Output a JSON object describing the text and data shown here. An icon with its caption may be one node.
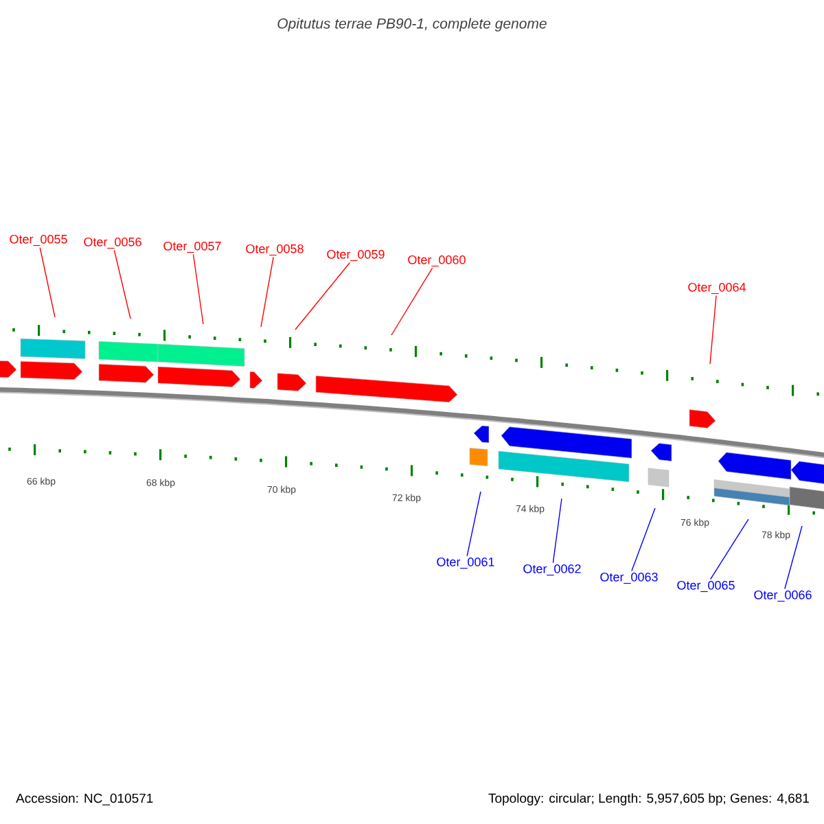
{
  "diagram": {
    "title": "Opitutus terrae PB90-1, complete genome",
    "nodes": [
      {
        "text": [
          "Oter_0055"
        ]
      },
      {
        "text": [
          "Oter_0056"
        ]
      },
      {
        "text": [
          "Oter_0057"
        ]
      },
      {
        "text": [
          "Oter_0058"
        ]
      },
      {
        "text": [
          "Oter_0059"
        ]
      },
      {
        "text": [
          "Oter_0060"
        ]
      },
      {
        "text": [
          "Oter_0064"
        ]
      },
      {
        "text": [
          "Oter_0061"
        ]
      },
      {
        "text": [
          "Oter_0062"
        ]
      },
      {
        "text": [
          "Oter_0063"
        ]
      },
      {
        "text": [
          "Oter_0065"
        ]
      },
      {
        "text": [
          "Oter_0066"
        ]
      }
    ],
    "edges": [
      {
        "from": 0,
        "to": null,
        "arrow": "none"
      },
      {
        "from": 1,
        "to": null,
        "arrow": "none"
      },
      {
        "from": 2,
        "to": null,
        "arrow": "none"
      },
      {
        "from": 3,
        "to": null,
        "arrow": "none"
      },
      {
        "from": 4,
        "to": null,
        "arrow": "none"
      },
      {
        "from": 5,
        "to": null,
        "arrow": "none"
      },
      {
        "from": 6,
        "to": null,
        "arrow": "none"
      },
      {
        "from": 7,
        "to": null,
        "arrow": "none",
        "color": "#0000ff"
      },
      {
        "from": 8,
        "to": null,
        "arrow": "none",
        "color": "#0000ff"
      },
      {
        "from": 9,
        "to": null,
        "arrow": "none",
        "color": "#0000ff"
      },
      {
        "from": 10,
        "to": null,
        "arrow": "none",
        "color": "#0000ff"
      },
      {
        "from": 11,
        "to": null,
        "arrow": "none",
        "color": "#0000ff"
      }
    ],
    "labels": [
      "66 kbp",
      "68 kbp",
      "70 kbp",
      "72 kbp",
      "74 kbp",
      "76 kbp",
      "78 kbp",
      "Accession: NC_010571",
      "Topology: circular; Length: 5,957,605 bp; Genes: 4,681"
    ]
  }
}
